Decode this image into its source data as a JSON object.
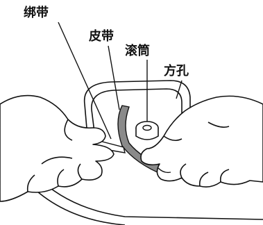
{
  "labels": {
    "binding_strap": "绑带",
    "belt": "皮带",
    "roller": "滚筒",
    "square_hole": "方孔"
  },
  "colors": {
    "ink": "#111111",
    "belt_fill": "#8a8a8a",
    "background": "#ffffff"
  }
}
